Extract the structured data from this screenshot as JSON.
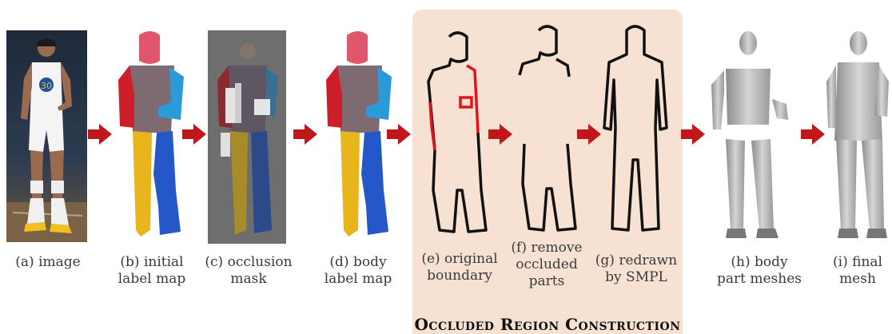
{
  "colors": {
    "arrow": "#c0171b",
    "region_background": "#f7e1d3",
    "head": "#e0566d",
    "torso": "#7d6a73",
    "left_arm": "#cc1f2a",
    "right_arm": "#2b9ad8",
    "left_leg": "#e8b51d",
    "right_leg": "#2457c8",
    "outline": "#111111",
    "occluded_outline": "#e2131c",
    "mesh": "#b8b8b8"
  },
  "captions": {
    "a": "(a) image",
    "b_line1": "(b) initial",
    "b_line2": "label map",
    "c_line1": "(c) occlusion",
    "c_line2": "mask",
    "d_line1": "(d) body",
    "d_line2": "label map",
    "e_line1": "(e) original",
    "e_line2": "boundary",
    "f_line1": "(f) remove",
    "f_line2": "occluded",
    "f_line3": "parts",
    "g_line1": "(g) redrawn",
    "g_line2": "by SMPL",
    "h_line1": "(h) body",
    "h_line2": "part meshes",
    "i_line1": "(i) final",
    "i_line2": "mesh"
  },
  "region_title": "Occluded Region Construction",
  "photo_jersey_number": "30"
}
